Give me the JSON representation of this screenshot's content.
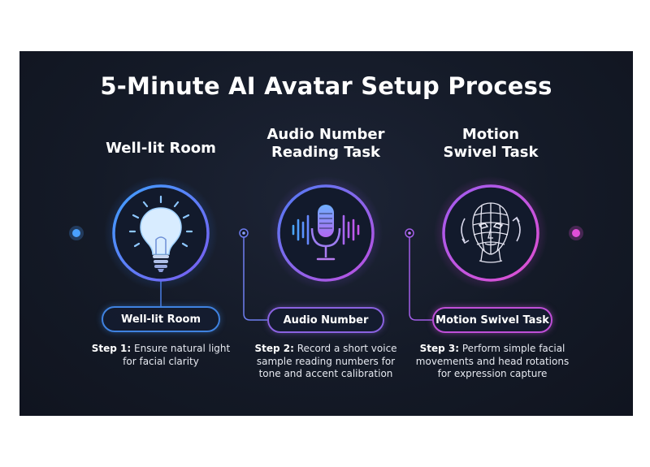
{
  "title": "5-Minute AI Avatar Setup Process",
  "steps": [
    {
      "heading_lines": [
        "Well-lit Room"
      ],
      "pill_label": "Well-lit Room",
      "step_label": "Step 1:",
      "description": [
        " Ensure natural light",
        "for facial clarity"
      ],
      "icon": "lightbulb-icon",
      "color": "#3f82e0"
    },
    {
      "heading_lines": [
        "Audio Number",
        "Reading Task"
      ],
      "pill_label": "Audio Number",
      "step_label": "Step 2:",
      "description": [
        " Record a short voice",
        "sample reading numbers for",
        "tone and accent calibration"
      ],
      "icon": "microphone-icon",
      "color": "#8a62e0"
    },
    {
      "heading_lines": [
        "Motion",
        "Swivel Task"
      ],
      "pill_label": "Motion Swivel Task",
      "step_label": "Step 3:",
      "description": [
        " Perform simple facial",
        "movements and head rotations",
        "for expression capture"
      ],
      "icon": "face-scan-icon",
      "color": "#c04fd8"
    }
  ]
}
